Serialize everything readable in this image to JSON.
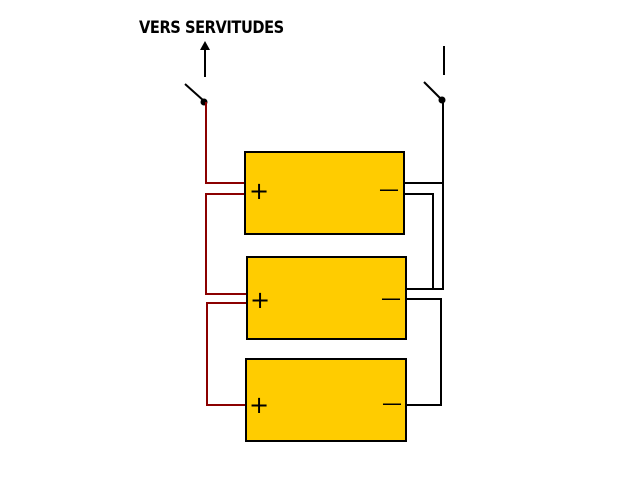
{
  "diagram": {
    "label": "VERS SERVITUDES",
    "colors": {
      "battery_fill": "#FFCC00",
      "battery_border": "#000000",
      "positive_wire": "#8B0000",
      "negative_wire": "#000000"
    },
    "batteries": [
      {
        "positive": "+",
        "negative": "—"
      },
      {
        "positive": "+",
        "negative": "—"
      },
      {
        "positive": "+",
        "negative": "—"
      }
    ],
    "switches": [
      "positive-switch",
      "negative-switch"
    ],
    "connection": "parallel"
  }
}
